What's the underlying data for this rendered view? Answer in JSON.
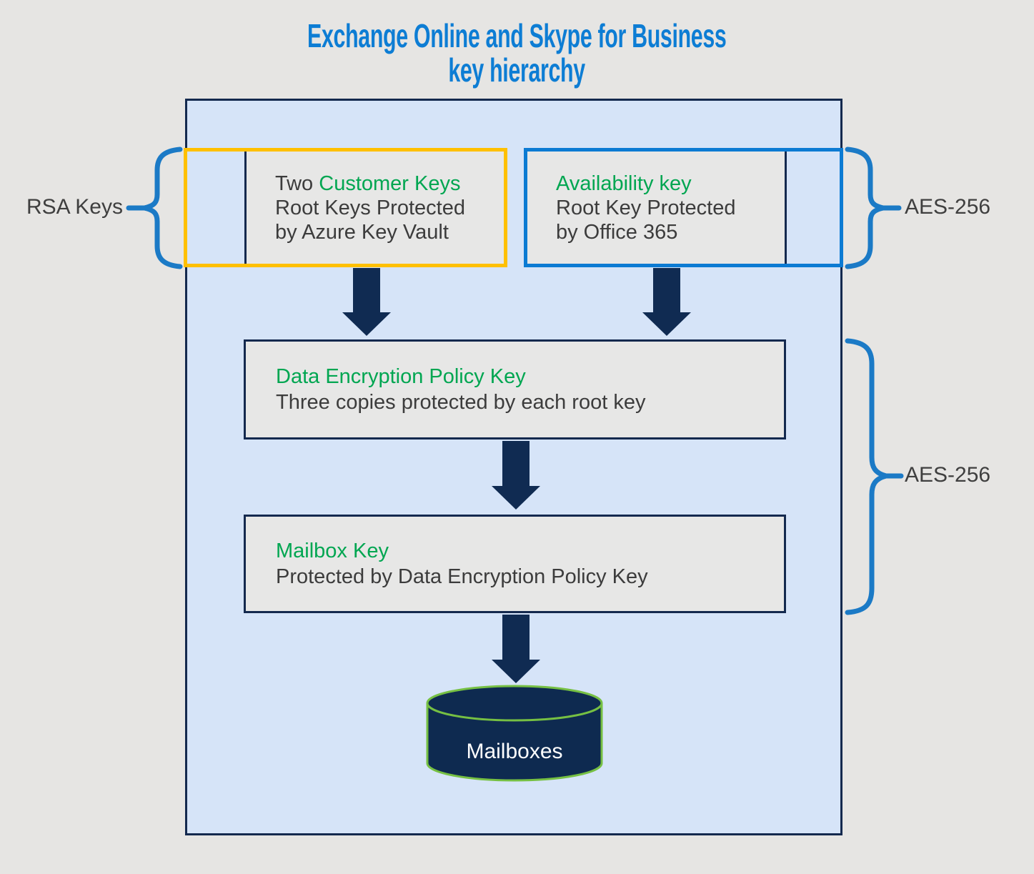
{
  "title": {
    "line1": "Exchange Online and Skype for Business",
    "line2": "key hierarchy"
  },
  "side_labels": {
    "rsa": "RSA Keys",
    "aes_top": "AES-256",
    "aes_bottom": "AES-256"
  },
  "boxes": {
    "customer": {
      "heading_prefix": "Two ",
      "heading_highlight": "Customer Keys",
      "line2": "Root Keys Protected",
      "line3": "by Azure Key Vault"
    },
    "availability": {
      "heading_highlight": "Availability key",
      "line2": "Root Key Protected",
      "line3": "by Office 365"
    },
    "data_encryption_policy": {
      "heading_highlight": "Data Encryption Policy Key",
      "line2": "Three copies protected by each root key"
    },
    "mailbox_key": {
      "heading_highlight": "Mailbox Key",
      "line2": "Protected by Data Encryption Policy Key"
    }
  },
  "cylinder": {
    "label": "Mailboxes"
  },
  "colors": {
    "page_background": "#e6e5e3",
    "title_blue": "#0d7dd4",
    "container_fill": "#d6e4f8",
    "container_border": "#14294e",
    "gray_box_fill": "#e7e7e6",
    "customer_key_border": "#ffc000",
    "availability_key_border": "#0c7bd3",
    "highlight_green": "#00a651",
    "body_text": "#3c3c3c",
    "arrow_navy": "#102b52",
    "brace_blue": "#1b7ac6",
    "cylinder_fill": "#0e2a50",
    "cylinder_stroke": "#76c043",
    "cylinder_label_text": "#ffffff"
  }
}
